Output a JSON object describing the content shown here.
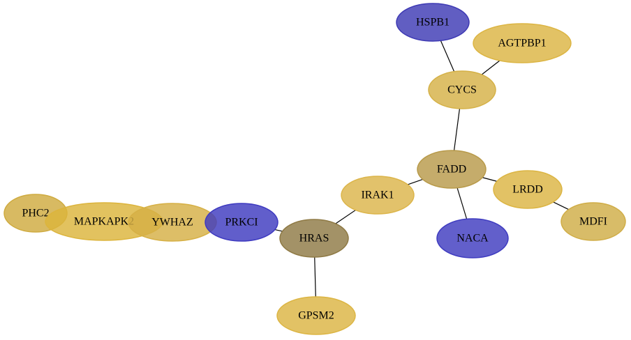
{
  "graph": {
    "nodes": [
      {
        "id": "HSPB1",
        "label": "HSPB1",
        "color": "#3e3ab4"
      },
      {
        "id": "AGTPBP1",
        "label": "AGTPBP1",
        "color": "#dcb543"
      },
      {
        "id": "CYCS",
        "label": "CYCS",
        "color": "#d5b147"
      },
      {
        "id": "FADD",
        "label": "FADD",
        "color": "#b89a4a"
      },
      {
        "id": "LRDD",
        "label": "LRDD",
        "color": "#dcb543"
      },
      {
        "id": "MDFI",
        "label": "MDFI",
        "color": "#d0ad47"
      },
      {
        "id": "NACA",
        "label": "NACA",
        "color": "#3f3cc0"
      },
      {
        "id": "IRAK1",
        "label": "IRAK1",
        "color": "#dcb54a"
      },
      {
        "id": "HRAS",
        "label": "HRAS",
        "color": "#8f7a45"
      },
      {
        "id": "GPSM2",
        "label": "GPSM2",
        "color": "#dcb543"
      },
      {
        "id": "PRKCI",
        "label": "PRKCI",
        "color": "#3e3ac0"
      },
      {
        "id": "YWHAZ",
        "label": "YWHAZ",
        "color": "#d6b045"
      },
      {
        "id": "MAPKAPK2",
        "label": "MAPKAPK2",
        "color": "#dcb43c"
      },
      {
        "id": "PHC2",
        "label": "PHC2",
        "color": "#cfab40"
      }
    ],
    "edges": [
      {
        "source": "HSPB1",
        "target": "CYCS"
      },
      {
        "source": "AGTPBP1",
        "target": "CYCS"
      },
      {
        "source": "CYCS",
        "target": "FADD"
      },
      {
        "source": "FADD",
        "target": "LRDD"
      },
      {
        "source": "LRDD",
        "target": "MDFI"
      },
      {
        "source": "FADD",
        "target": "NACA"
      },
      {
        "source": "FADD",
        "target": "IRAK1"
      },
      {
        "source": "IRAK1",
        "target": "HRAS"
      },
      {
        "source": "HRAS",
        "target": "GPSM2"
      },
      {
        "source": "HRAS",
        "target": "PRKCI"
      }
    ]
  }
}
